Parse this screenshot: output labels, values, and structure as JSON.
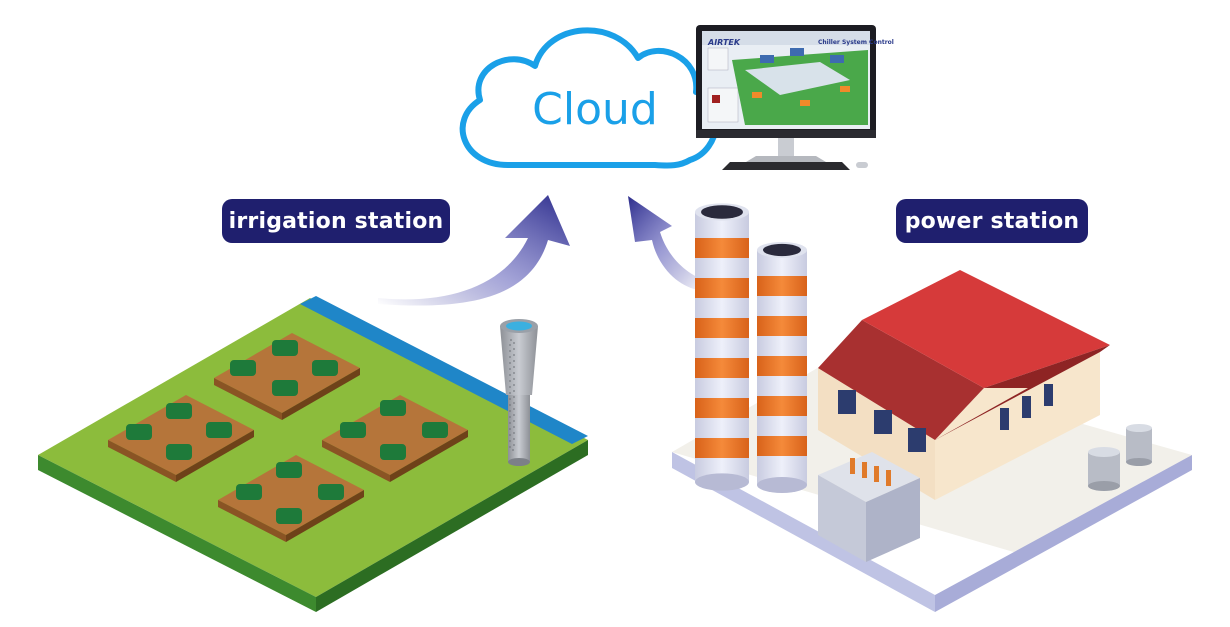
{
  "cloud": {
    "label": "Cloud"
  },
  "labels": {
    "irrigation": "irrigation station",
    "power": "power station"
  },
  "monitor": {
    "brand": "AIRTEK",
    "system_title": "Chiller System Control"
  },
  "colors": {
    "cloud_stroke": "#1aa0e8",
    "label_bg": "#1f1f6e",
    "arrow": "#3b3b9a",
    "field_grass": "#8cbc3c",
    "water": "#1f86c8",
    "roof": "#d63a3a",
    "stack_orange": "#ef7a2a"
  }
}
